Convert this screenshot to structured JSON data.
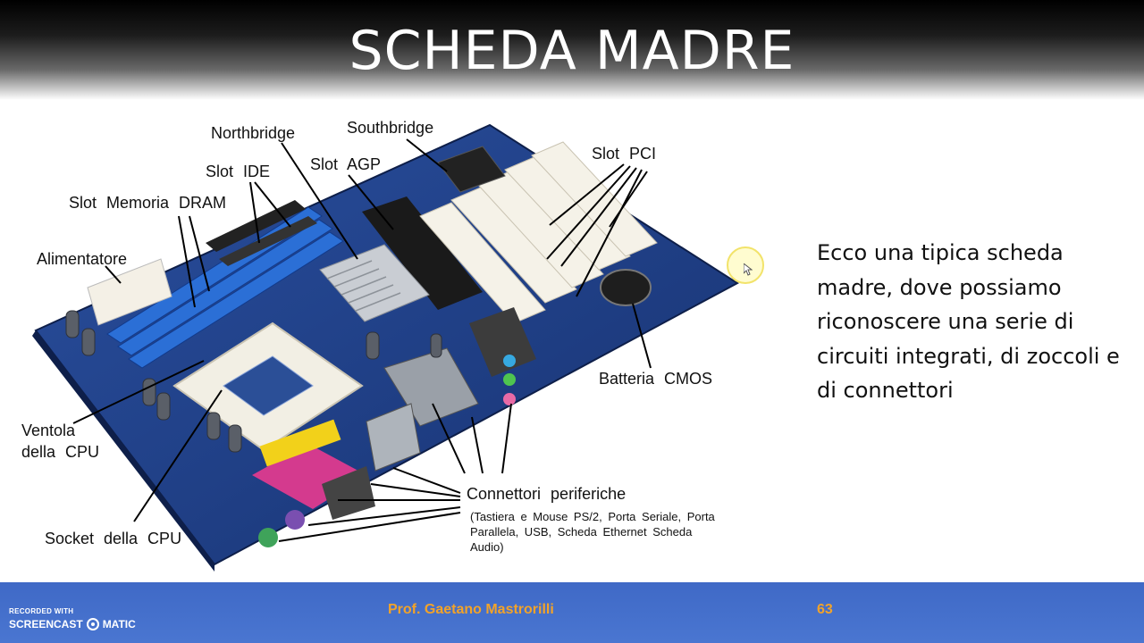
{
  "slide": {
    "title": "SCHEDA MADRE",
    "description": "Ecco una tipica scheda madre, dove possiamo riconoscere una serie di circuiti integrati, di zoccoli e di connettori"
  },
  "diagram": {
    "labels": {
      "northbridge": "Northbridge",
      "southbridge": "Southbridge",
      "slot_ide": "Slot IDE",
      "slot_agp": "Slot AGP",
      "slot_pci": "Slot PCI",
      "slot_memoria": "Slot Memoria DRAM",
      "alimentatore": "Alimentatore",
      "ventola_line1": "Ventola",
      "ventola_line2": "della CPU",
      "socket": "Socket della CPU",
      "batteria": "Batteria CMOS",
      "connettori": "Connettori periferiche",
      "connettori_note": "(Tastiera e Mouse PS/2, Porta Seriale, Porta Parallela, USB, Scheda Ethernet Scheda Audio)"
    }
  },
  "footer": {
    "author": "Prof. Gaetano Mastrorilli",
    "page_number": "63",
    "watermark_top": "RECORDED WITH",
    "watermark_brand_left": "SCREENCAST",
    "watermark_brand_right": "MATIC"
  },
  "colors": {
    "footer_bg": "#4a76d1",
    "footer_text": "#f2a329",
    "board_blue": "#1f3f86"
  }
}
